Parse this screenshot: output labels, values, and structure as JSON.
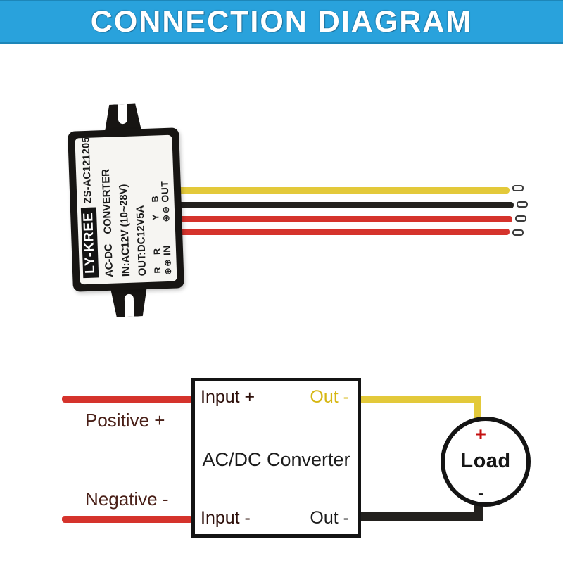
{
  "banner": {
    "title": "CONNECTION DIAGRAM"
  },
  "device": {
    "brand": "LY-KREE",
    "model": "ZS-AC121205",
    "type_left": "AC-DC",
    "type_right": "CONVERTER",
    "input_spec": "IN:AC12V (10~28V)",
    "output_spec": "OUT:DC12V5A",
    "in_group": {
      "letters": "R R",
      "symbols": "⊕⊕",
      "label": "IN"
    },
    "out_group": {
      "letters": "Y B",
      "symbols": "⊕⊖",
      "label": "OUT"
    },
    "wires": [
      "yellow",
      "black",
      "red",
      "red"
    ]
  },
  "schematic": {
    "box_title": "AC/DC Converter",
    "input_plus": "Input +",
    "input_minus": "Input -",
    "out_top": "Out -",
    "out_bottom": "Out -",
    "positive": "Positive +",
    "negative": "Negative -",
    "load": {
      "label": "Load",
      "plus": "+",
      "minus": "-"
    }
  },
  "colors": {
    "banner_blue": "#29a2dc",
    "wire_yellow": "#e3c93a",
    "wire_red": "#d5332c",
    "wire_black": "#23211e",
    "positive_text": "#4a2018",
    "input_text": "#2e100b",
    "out_yellow_text": "#d6b713",
    "load_plus_red": "#c41111"
  }
}
